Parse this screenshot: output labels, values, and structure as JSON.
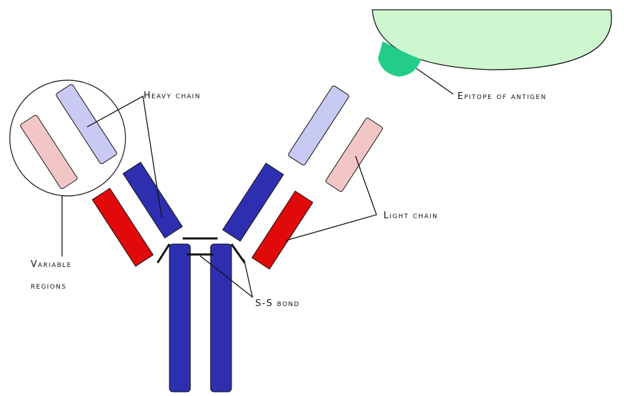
{
  "labels": {
    "heavy_chain": "Heavy chain",
    "light_chain": "Light chain",
    "variable_regions_line1": "Variable",
    "variable_regions_line2": "regions",
    "ss_bond": "S-S bond",
    "epitope": "Epitope of antigen"
  },
  "colors": {
    "heavy_constant": "#2e2fb0",
    "light_constant": "#e00a0a",
    "heavy_variable": "#c9caf3",
    "light_variable": "#f3c6c6",
    "antigen": "#cff7cf",
    "epitope": "#24cc8a",
    "outline": "#111111"
  }
}
